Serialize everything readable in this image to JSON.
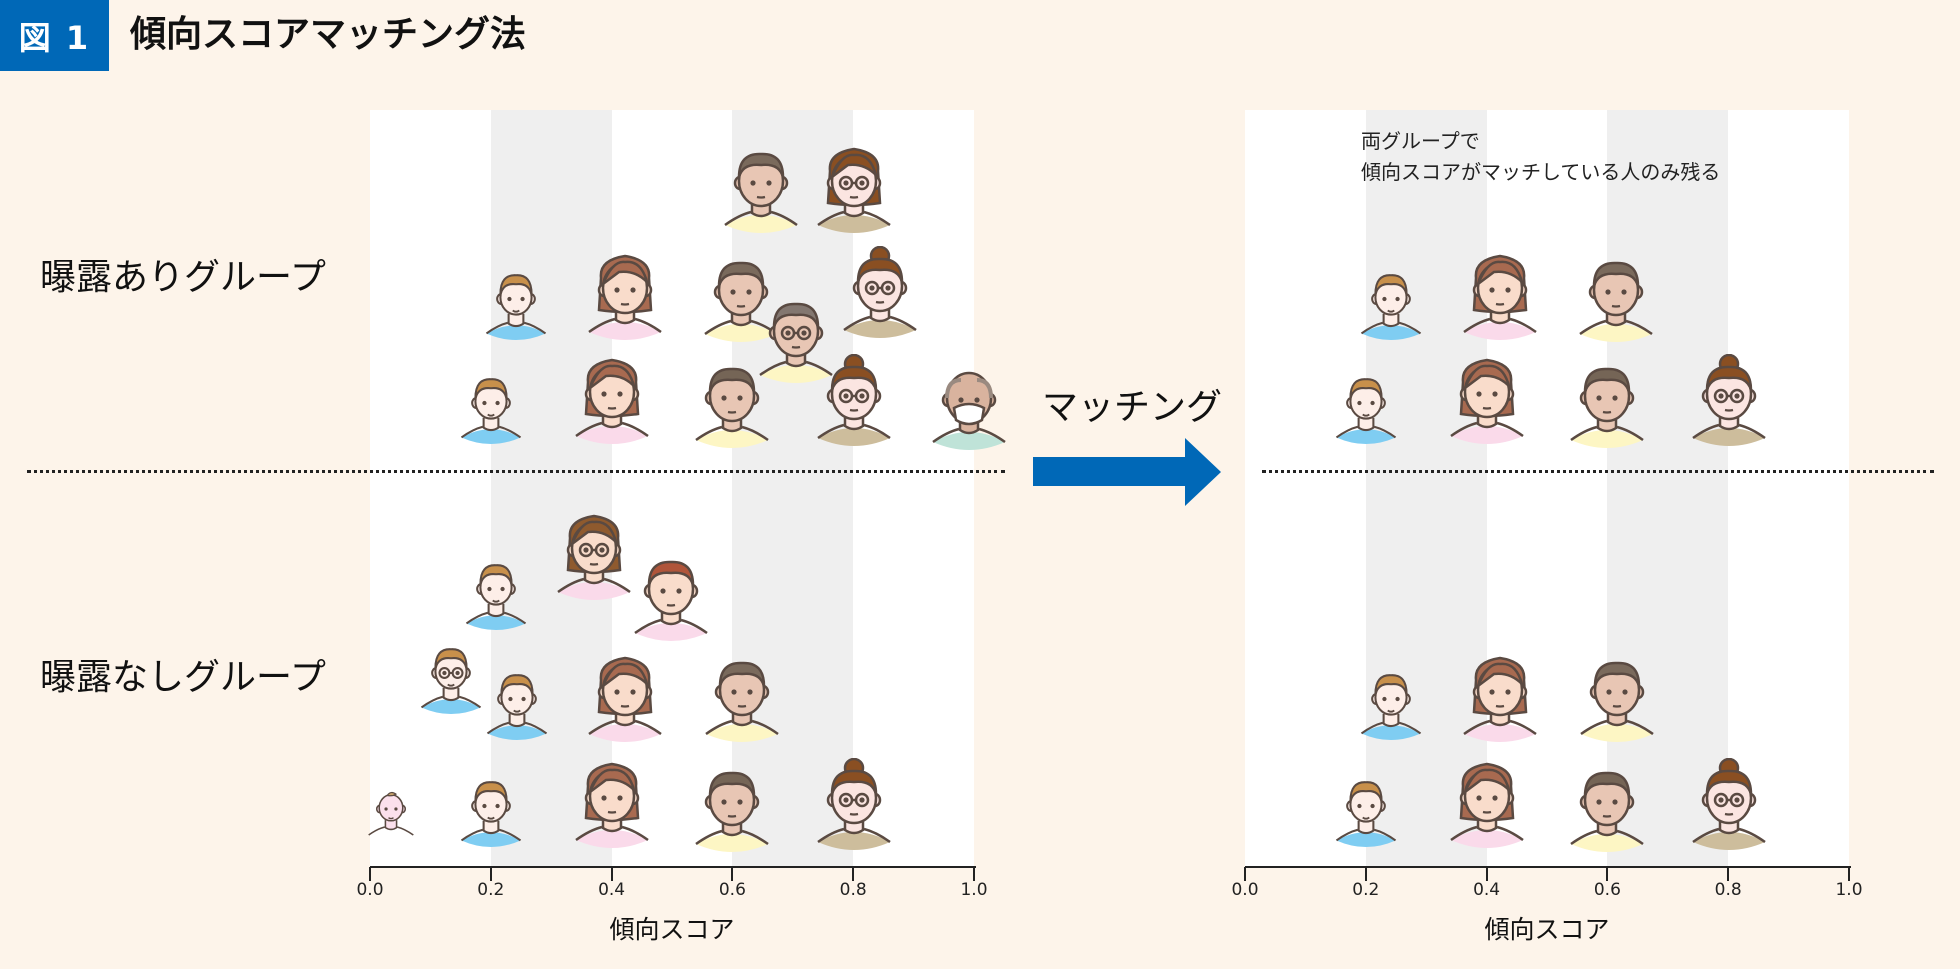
{
  "header": {
    "badge": "図 1",
    "title": "傾向スコアマッチング法"
  },
  "groups": {
    "exposed": "曝露ありグループ",
    "unexposed": "曝露なしグループ"
  },
  "matching_label": "マッチング",
  "note": {
    "line1": "両グループで",
    "line2": "傾向スコアがマッチしている人のみ残る"
  },
  "axis": {
    "title": "傾向スコア",
    "ticks": [
      "0.0",
      "0.2",
      "0.4",
      "0.6",
      "0.8",
      "1.0"
    ]
  },
  "colors": {
    "brand_blue": "#0068b7",
    "background": "#fdf4ea",
    "band": "#efefef",
    "outline": "#5a4a42"
  },
  "chart_data": {
    "type": "diagram",
    "title": "傾向スコアマッチング法",
    "xlabel": "傾向スコア",
    "xlim": [
      0,
      1
    ],
    "before": {
      "exposed_scores": [
        0.65,
        0.8,
        0.25,
        0.45,
        0.6,
        0.7,
        0.85,
        0.2,
        0.4,
        0.6,
        0.8,
        0.95
      ],
      "unexposed_scores": [
        0.05,
        0.2,
        0.4,
        0.6,
        0.8,
        0.15,
        0.25,
        0.45,
        0.6,
        0.2,
        0.35,
        0.5
      ]
    },
    "after": {
      "exposed_scores": [
        0.25,
        0.45,
        0.6,
        0.2,
        0.4,
        0.6,
        0.8
      ],
      "unexposed_scores": [
        0.25,
        0.45,
        0.6,
        0.2,
        0.4,
        0.6,
        0.8
      ]
    }
  }
}
